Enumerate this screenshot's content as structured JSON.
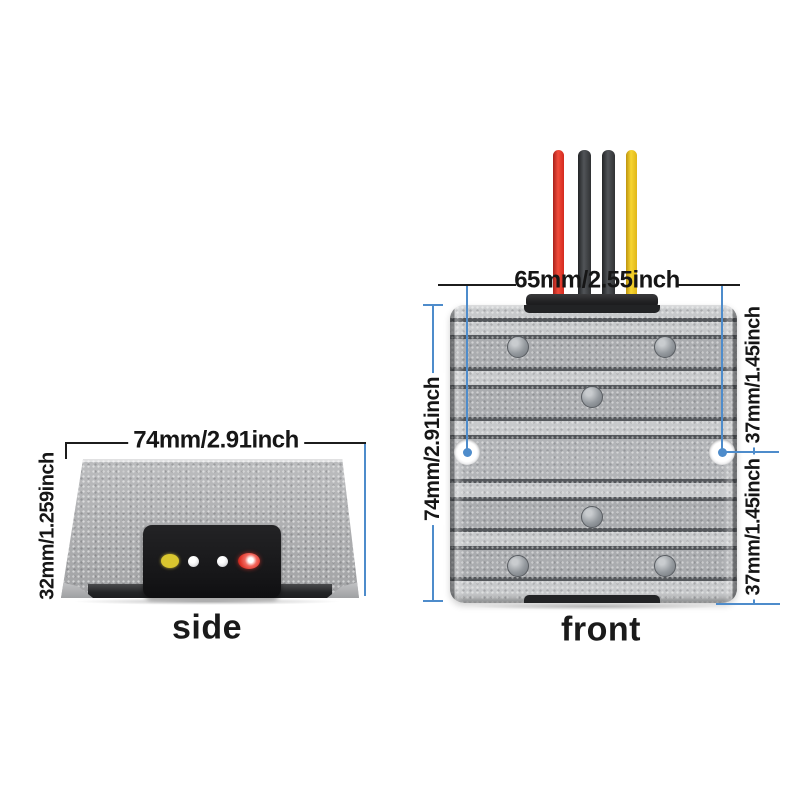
{
  "diagram": {
    "side_view": {
      "label": "side",
      "width_dim": "74mm/2.91inch",
      "height_dim": "32mm/1.259inch",
      "indicators": [
        {
          "name": "yellow-led",
          "color": "#d9c62f"
        },
        {
          "name": "white-led",
          "color": "#ffffff"
        },
        {
          "name": "white-led",
          "color": "#ffffff"
        },
        {
          "name": "red-led",
          "color": "#df3126"
        }
      ]
    },
    "front_view": {
      "label": "front",
      "hole_spacing_dim": "65mm/2.55inch",
      "height_dim": "74mm/2.91inch",
      "upper_right_dim": "37mm/1.45inch",
      "lower_right_dim": "37mm/1.45inch",
      "wires": [
        {
          "name": "red-wire",
          "color": "#e8392e"
        },
        {
          "name": "black-wire",
          "color": "#3e4043"
        },
        {
          "name": "black-wire",
          "color": "#3e4043"
        },
        {
          "name": "yellow-wire",
          "color": "#f0c71f"
        }
      ]
    },
    "colors": {
      "dimension_line_blue": "#4e8ccb",
      "dimension_line_black": "#1c1c1c",
      "body_gray": "#b0b1b3",
      "panel_black": "#1b1b1d"
    }
  }
}
